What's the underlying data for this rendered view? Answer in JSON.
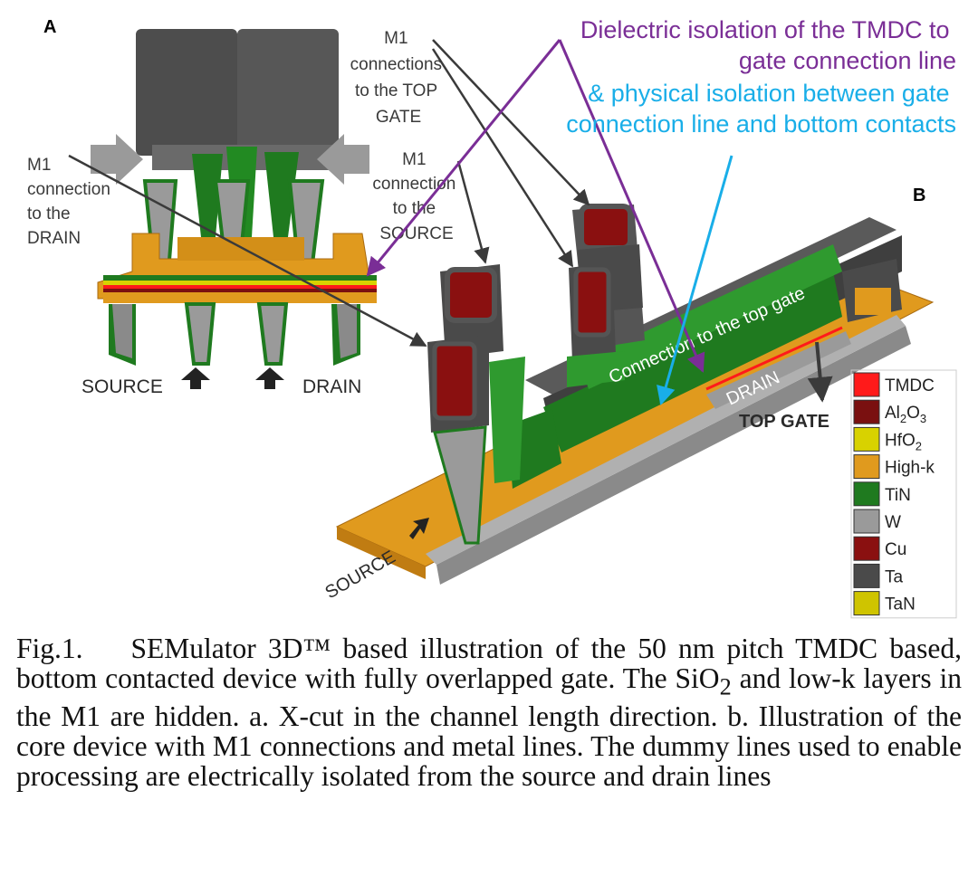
{
  "panel_a": {
    "letter": "A",
    "label_m1_drain": [
      "M1",
      "connection",
      "to the",
      "DRAIN"
    ],
    "label_m1_top_gate": [
      "M1",
      "connections",
      "to the TOP",
      "GATE"
    ],
    "label_source": "SOURCE",
    "label_drain": "DRAIN"
  },
  "panel_b": {
    "letter": "B",
    "label_m1_source": [
      "M1",
      "connection",
      "to the",
      "SOURCE"
    ],
    "label_connection_top_gate": "Connection to the top gate",
    "label_drain": "DRAIN",
    "label_top_gate": "TOP GATE",
    "label_source": "SOURCE"
  },
  "callouts": {
    "dielectric": [
      "Dielectric isolation of the TMDC to",
      "gate connection line"
    ],
    "physical": [
      "& physical isolation between gate",
      "connection line and bottom contacts"
    ]
  },
  "colors": {
    "purple": "#7a2e96",
    "cyan": "#19aee8"
  },
  "legend": [
    {
      "label": "TMDC",
      "sub": "",
      "tail": "",
      "color": "#ff1a1a"
    },
    {
      "label": "Al",
      "sub": "2",
      "tail": "O",
      "sub2": "3",
      "color": "#7a1010"
    },
    {
      "label": "HfO",
      "sub": "2",
      "tail": "",
      "color": "#d8d200"
    },
    {
      "label": "High-k",
      "sub": "",
      "tail": "",
      "color": "#e09a1e"
    },
    {
      "label": "TiN",
      "sub": "",
      "tail": "",
      "color": "#1f7a1f"
    },
    {
      "label": "W",
      "sub": "",
      "tail": "",
      "color": "#9a9a9a"
    },
    {
      "label": "Cu",
      "sub": "",
      "tail": "",
      "color": "#8a1010"
    },
    {
      "label": "Ta",
      "sub": "",
      "tail": "",
      "color": "#4a4a4a"
    },
    {
      "label": "TaN",
      "sub": "",
      "tail": "",
      "color": "#cfc400"
    }
  ],
  "caption": {
    "lead": "Fig.1.",
    "body1": "SEMulator 3D™ based illustration of the 50 nm pitch TMDC based, bottom contacted device with fully overlapped gate. The SiO",
    "sub": "2",
    "body2": " and low-k layers in the M1 are hidden. a. X-cut in the channel length direction. b. Illustration of the core device with M1 connections and metal lines. The dummy lines used to enable processing are electrically isolated from the source and drain lines"
  }
}
